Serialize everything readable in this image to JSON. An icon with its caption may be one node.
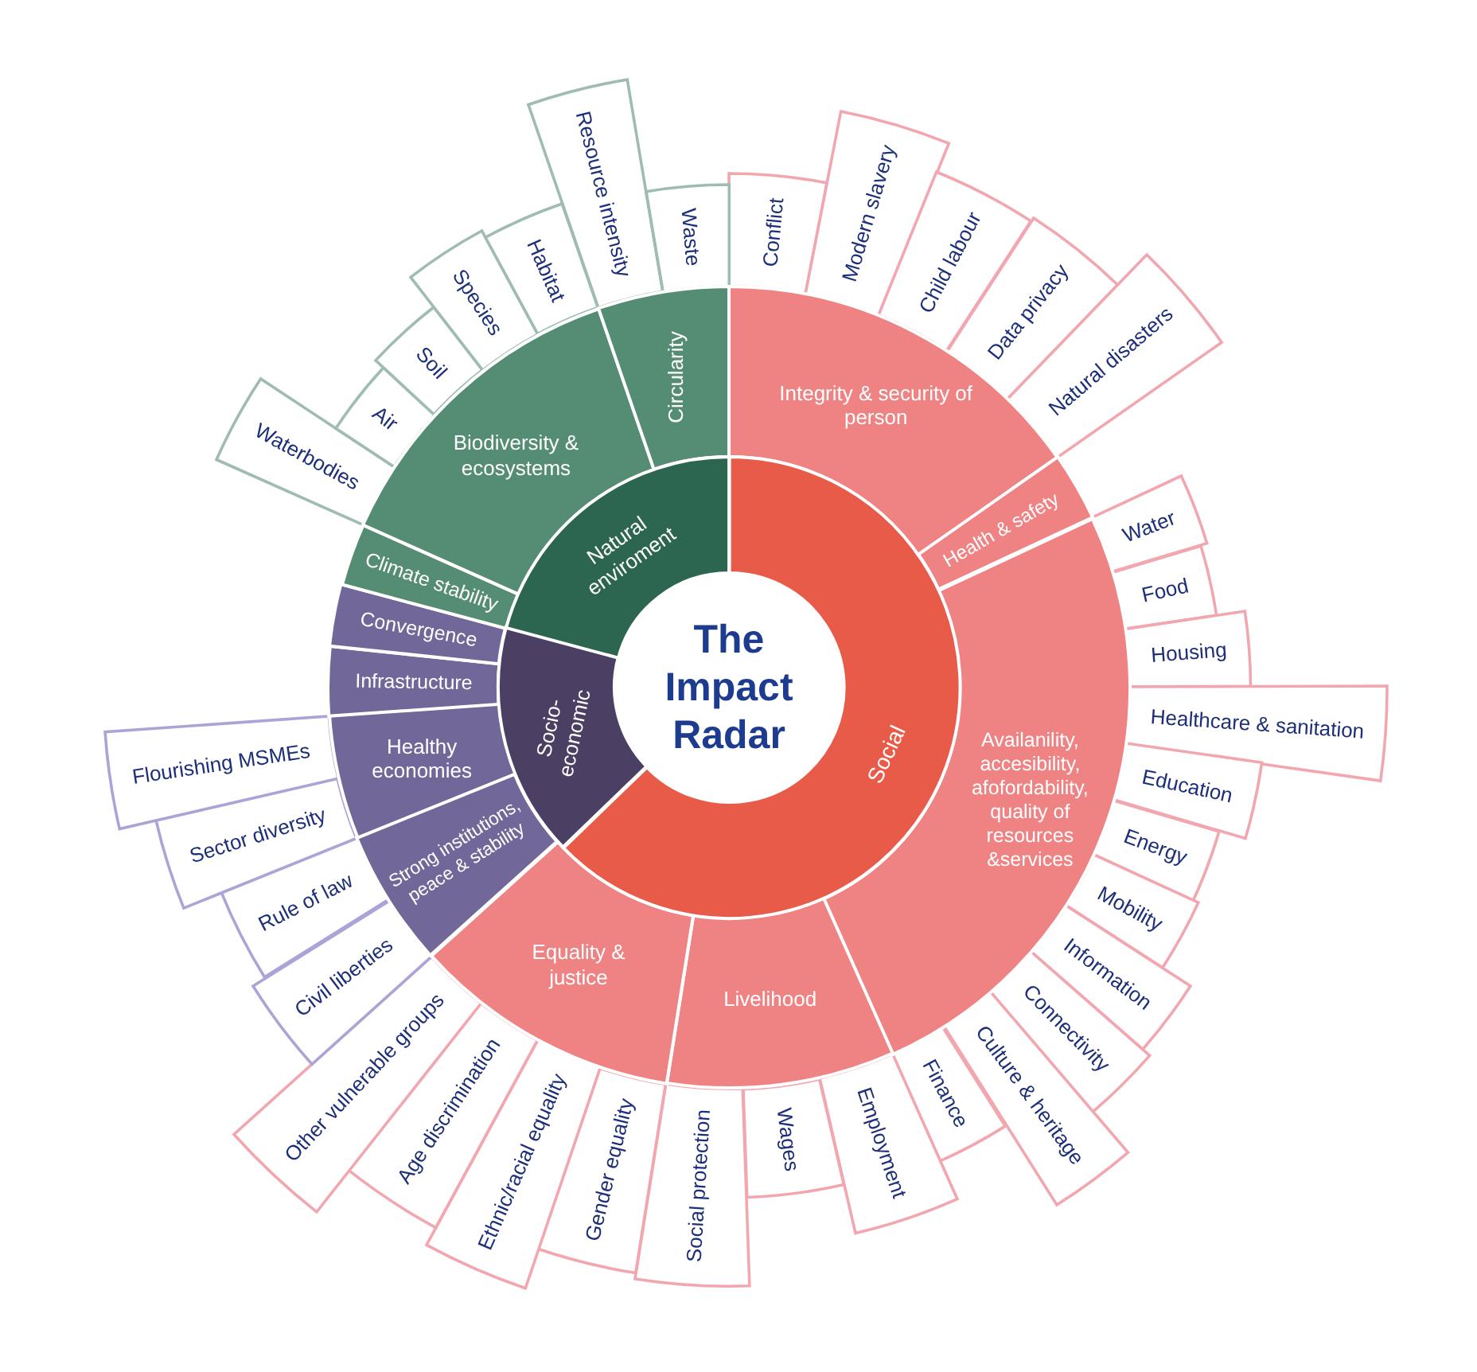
{
  "diagram": {
    "nodes": [
      {
        "text": [
          "The Impact Radar"
        ]
      },
      {
        "text": [
          "Social"
        ]
      },
      {
        "text": [
          "Socio- economic"
        ]
      },
      {
        "text": [
          "Natural enviroment"
        ]
      },
      {
        "text": [
          "Integrity & security of person"
        ]
      },
      {
        "text": [
          "Health & safety"
        ]
      },
      {
        "text": [
          "Availanility, accesibility, afofordability, quality of resources &services"
        ]
      },
      {
        "text": [
          "Livelihood"
        ]
      },
      {
        "text": [
          "Equality & justice"
        ]
      },
      {
        "text": [
          "Strong institutions, peace & stability"
        ]
      },
      {
        "text": [
          "Healthy economies"
        ]
      },
      {
        "text": [
          "Infrastructure"
        ]
      },
      {
        "text": [
          "Convergence"
        ]
      },
      {
        "text": [
          "Climate stability"
        ]
      },
      {
        "text": [
          "Biodiversity & ecosystems"
        ]
      },
      {
        "text": [
          "Circularity"
        ]
      },
      {
        "text": [
          "Conflict"
        ]
      },
      {
        "text": [
          "Modern slavery"
        ]
      },
      {
        "text": [
          "Child labour"
        ]
      },
      {
        "text": [
          "Data privacy"
        ]
      },
      {
        "text": [
          "Natural disasters"
        ]
      },
      {
        "text": [
          "Water"
        ]
      },
      {
        "text": [
          "Food"
        ]
      },
      {
        "text": [
          "Housing"
        ]
      },
      {
        "text": [
          "Healthcare & sanitation"
        ]
      },
      {
        "text": [
          "Education"
        ]
      },
      {
        "text": [
          "Energy"
        ]
      },
      {
        "text": [
          "Mobility"
        ]
      },
      {
        "text": [
          "Information"
        ]
      },
      {
        "text": [
          "Connectivity"
        ]
      },
      {
        "text": [
          "Culture & heritage"
        ]
      },
      {
        "text": [
          "Finance"
        ]
      },
      {
        "text": [
          "Employment"
        ]
      },
      {
        "text": [
          "Wages"
        ]
      },
      {
        "text": [
          "Social protection"
        ]
      },
      {
        "text": [
          "Gender equality"
        ]
      },
      {
        "text": [
          "Ethnic/racial equality"
        ]
      },
      {
        "text": [
          "Age discrimination"
        ]
      },
      {
        "text": [
          "Other vulnerable groups"
        ]
      },
      {
        "text": [
          "Civil liberties"
        ]
      },
      {
        "text": [
          "Rule of law"
        ]
      },
      {
        "text": [
          "Sector diversity"
        ]
      },
      {
        "text": [
          "Flourishing MSMEs"
        ]
      },
      {
        "text": [
          "Waterbodies"
        ]
      },
      {
        "text": [
          "Air"
        ]
      },
      {
        "text": [
          "Soil"
        ]
      },
      {
        "text": [
          "Species"
        ]
      },
      {
        "text": [
          "Habitat"
        ]
      },
      {
        "text": [
          "Resource intensity"
        ]
      },
      {
        "text": [
          "Waste"
        ]
      }
    ]
  }
}
